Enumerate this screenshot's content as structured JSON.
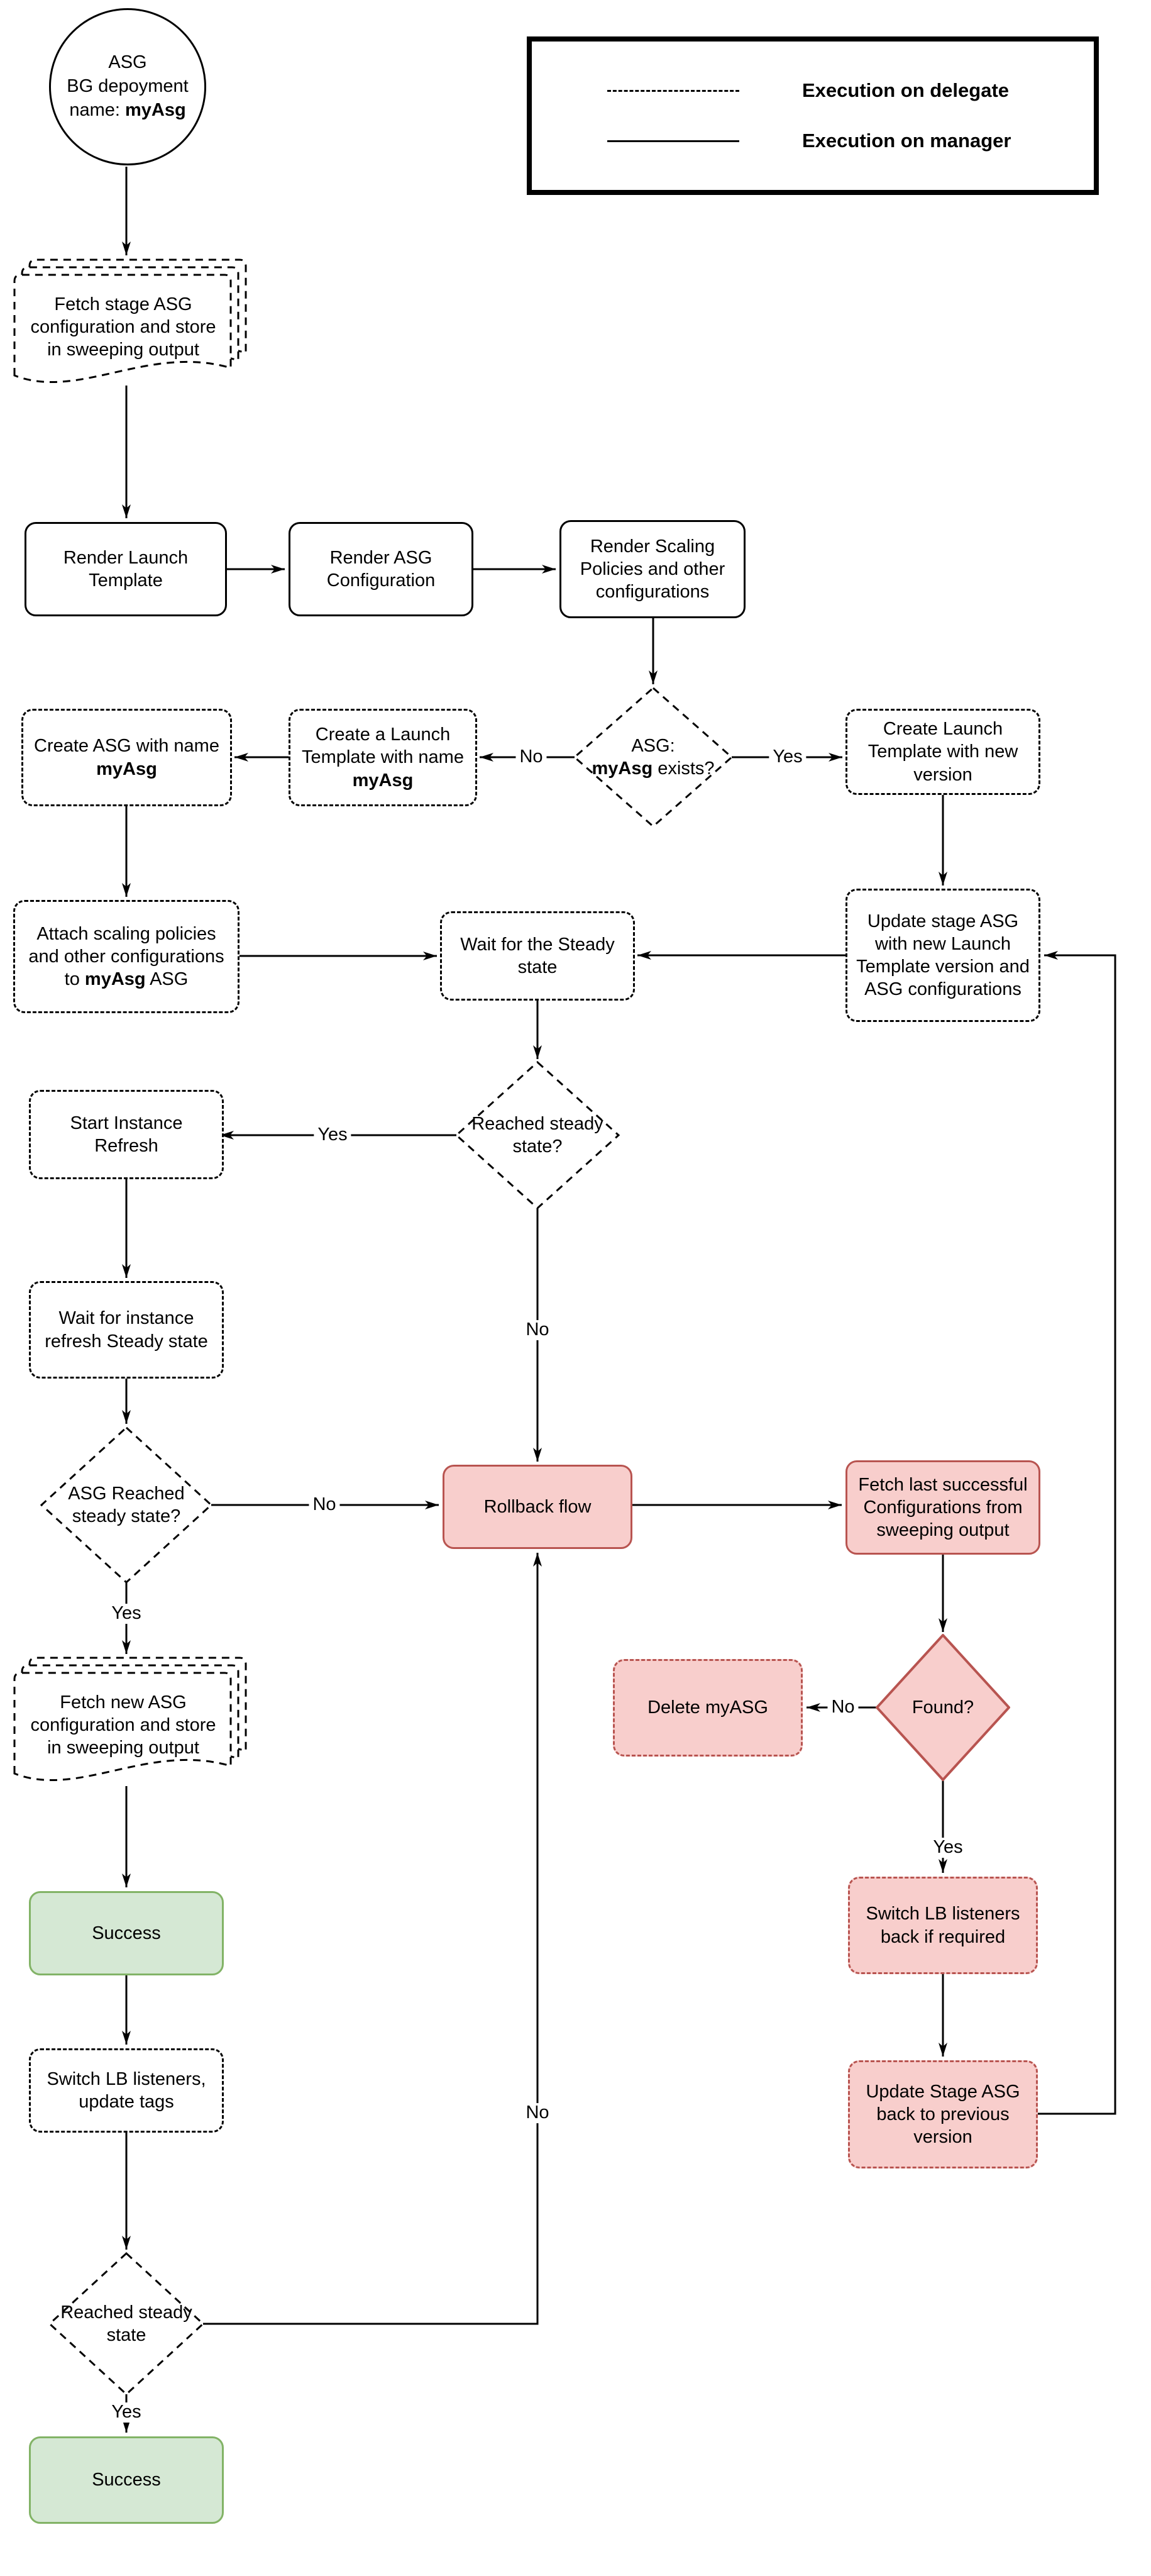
{
  "labels": {
    "yes": "Yes",
    "no": "No"
  },
  "legend": {
    "delegate": "Execution on delegate",
    "manager": "Execution on manager"
  },
  "nodes": {
    "start": {
      "line1": "ASG",
      "line2": "BG depoyment",
      "name_prefix": "name: ",
      "name_bold": "myAsg"
    },
    "fetch_stage": {
      "label": "Fetch stage ASG configuration and store in sweeping output"
    },
    "render_launch_template": {
      "label": "Render Launch Template"
    },
    "render_asg_config": {
      "label": "Render ASG Configuration"
    },
    "render_scaling": {
      "label": "Render Scaling Policies and other configurations"
    },
    "asg_exists": {
      "line1": "ASG:",
      "bold": "myAsg",
      "suffix": " exists?"
    },
    "create_launch_new": {
      "label": "Create Launch Template with new version"
    },
    "create_launch_named": {
      "prefix": "Create a Launch Template with name ",
      "bold": "myAsg"
    },
    "create_asg": {
      "prefix": "Create ASG with name ",
      "bold": "myAsg"
    },
    "attach_scaling": {
      "prefix": "Attach scaling policies and other configurations to ",
      "bold": "myAsg",
      "suffix": " ASG"
    },
    "wait_steady": {
      "label": "Wait for the Steady state"
    },
    "update_stage_asg": {
      "label": "Update stage ASG with new Launch Template version and ASG configurations"
    },
    "reached_steady1": {
      "label": "Reached steady state?"
    },
    "start_instance_refresh": {
      "label": "Start Instance Refresh"
    },
    "wait_instance_refresh": {
      "label": "Wait for instance refresh Steady state"
    },
    "asg_reached_steady": {
      "label": "ASG Reached steady state?"
    },
    "rollback": {
      "label": "Rollback flow"
    },
    "fetch_last_success": {
      "label": "Fetch last successful Configurations from sweeping output"
    },
    "found": {
      "label": "Found?"
    },
    "delete_myasg": {
      "label": "Delete myASG"
    },
    "switch_lb_back": {
      "label": "Switch LB listeners back if required"
    },
    "update_stage_back": {
      "label": "Update Stage ASG back to previous version"
    },
    "fetch_new_asg": {
      "label": "Fetch new ASG configuration and store in sweeping output"
    },
    "success_top": {
      "label": "Success"
    },
    "switch_lb": {
      "label": "Switch LB listeners, update tags"
    },
    "reached_steady2": {
      "label": "Reached steady state"
    },
    "success_bottom": {
      "label": "Success"
    }
  },
  "colors": {
    "danger_fill": "#f8cecc",
    "danger_border": "#b85450",
    "success_fill": "#d5e8d4",
    "success_border": "#82b366",
    "line": "#000000"
  }
}
